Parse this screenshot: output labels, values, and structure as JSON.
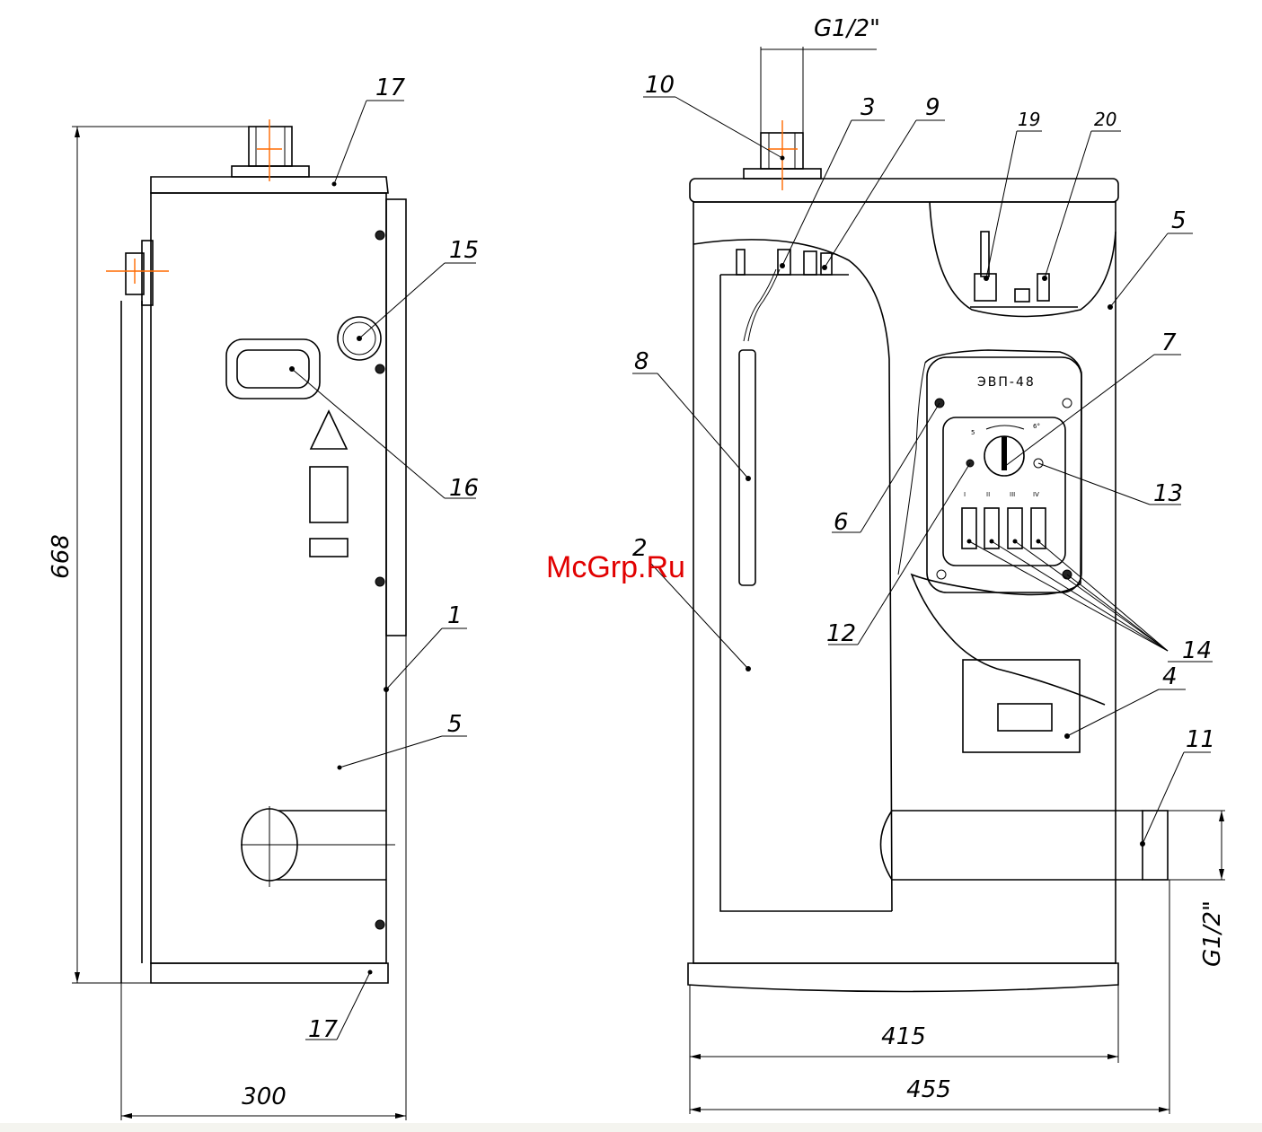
{
  "watermark": "McGrp.Ru",
  "device_label": "ЭВП-48",
  "dimensions": {
    "height": "668",
    "depth": "300",
    "width_inner": "415",
    "width_outer": "455",
    "thread_top": "G1/2\"",
    "thread_side": "G1/2\""
  },
  "callouts": {
    "c1": "1",
    "c2": "2",
    "c3": "3",
    "c4": "4",
    "c5a": "5",
    "c5b": "5",
    "c6": "6",
    "c7": "7",
    "c8": "8",
    "c9": "9",
    "c10": "10",
    "c11": "11",
    "c12": "12",
    "c13": "13",
    "c14": "14",
    "c15": "15",
    "c16": "16",
    "c17a": "17",
    "c17b": "17",
    "c19": "19",
    "c20": "20"
  },
  "panel_marks": {
    "switch_1": "I",
    "switch_2": "II",
    "switch_3": "III",
    "switch_4": "IV"
  }
}
